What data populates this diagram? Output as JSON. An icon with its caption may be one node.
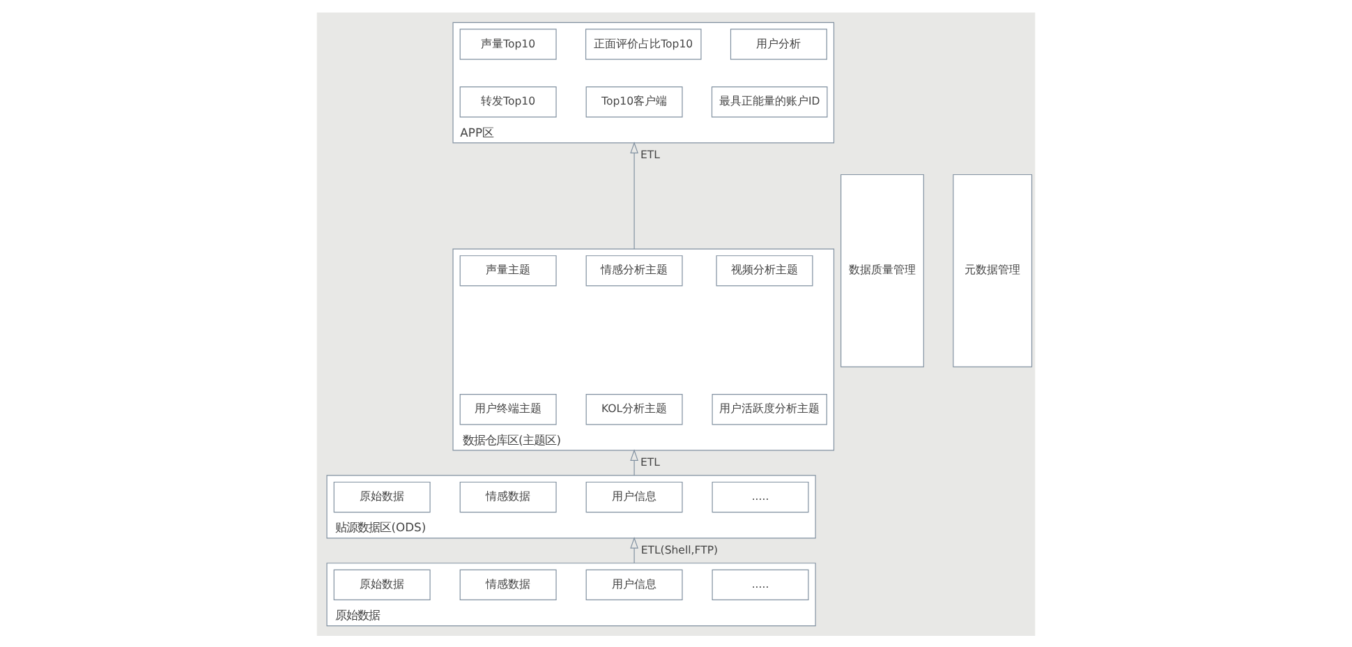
{
  "diagram": {
    "nodes": [
      {
        "text": [
          "APP区"
        ]
      },
      {
        "text": [
          "声量Top10"
        ],
        "in": 0
      },
      {
        "text": [
          "正面评价占比Top10"
        ],
        "in": 0
      },
      {
        "text": [
          "用户分析"
        ],
        "in": 0
      },
      {
        "text": [
          "转发Top10"
        ],
        "in": 0
      },
      {
        "text": [
          "Top10客户端"
        ],
        "in": 0
      },
      {
        "text": [
          "最具正能量的账户ID"
        ],
        "in": 0
      },
      {
        "text": [
          "数据仓库区(主题区)"
        ]
      },
      {
        "text": [
          "声量主题"
        ],
        "in": 7
      },
      {
        "text": [
          "情感分析主题"
        ],
        "in": 7
      },
      {
        "text": [
          "视频分析主题"
        ],
        "in": 7
      },
      {
        "text": [
          "用户终端主题"
        ],
        "in": 7
      },
      {
        "text": [
          "KOL分析主题"
        ],
        "in": 7
      },
      {
        "text": [
          "用户活跃度分析主题"
        ],
        "in": 7
      },
      {
        "text": [
          "贴源数据区(ODS)"
        ]
      },
      {
        "text": [
          "原始数据"
        ],
        "in": 14
      },
      {
        "text": [
          "情感数据"
        ],
        "in": 14
      },
      {
        "text": [
          "用户信息"
        ],
        "in": 14
      },
      {
        "text": [
          "....."
        ],
        "in": 14
      },
      {
        "text": [
          "原始数据"
        ]
      },
      {
        "text": [
          "原始数据"
        ],
        "in": 19
      },
      {
        "text": [
          "情感数据"
        ],
        "in": 19
      },
      {
        "text": [
          "用户信息"
        ],
        "in": 19
      },
      {
        "text": [
          "....."
        ],
        "in": 19
      },
      {
        "text": [
          "数据质量管理"
        ]
      },
      {
        "text": [
          "元数据管理"
        ]
      }
    ],
    "edges": [
      {
        "from": 7,
        "to": 0,
        "arrow": "to",
        "label": "ETL"
      },
      {
        "from": 14,
        "to": 7,
        "arrow": "to",
        "label": "ETL"
      },
      {
        "from": 19,
        "to": 14,
        "arrow": "to",
        "label": "ETL(Shell,FTP)"
      }
    ]
  }
}
